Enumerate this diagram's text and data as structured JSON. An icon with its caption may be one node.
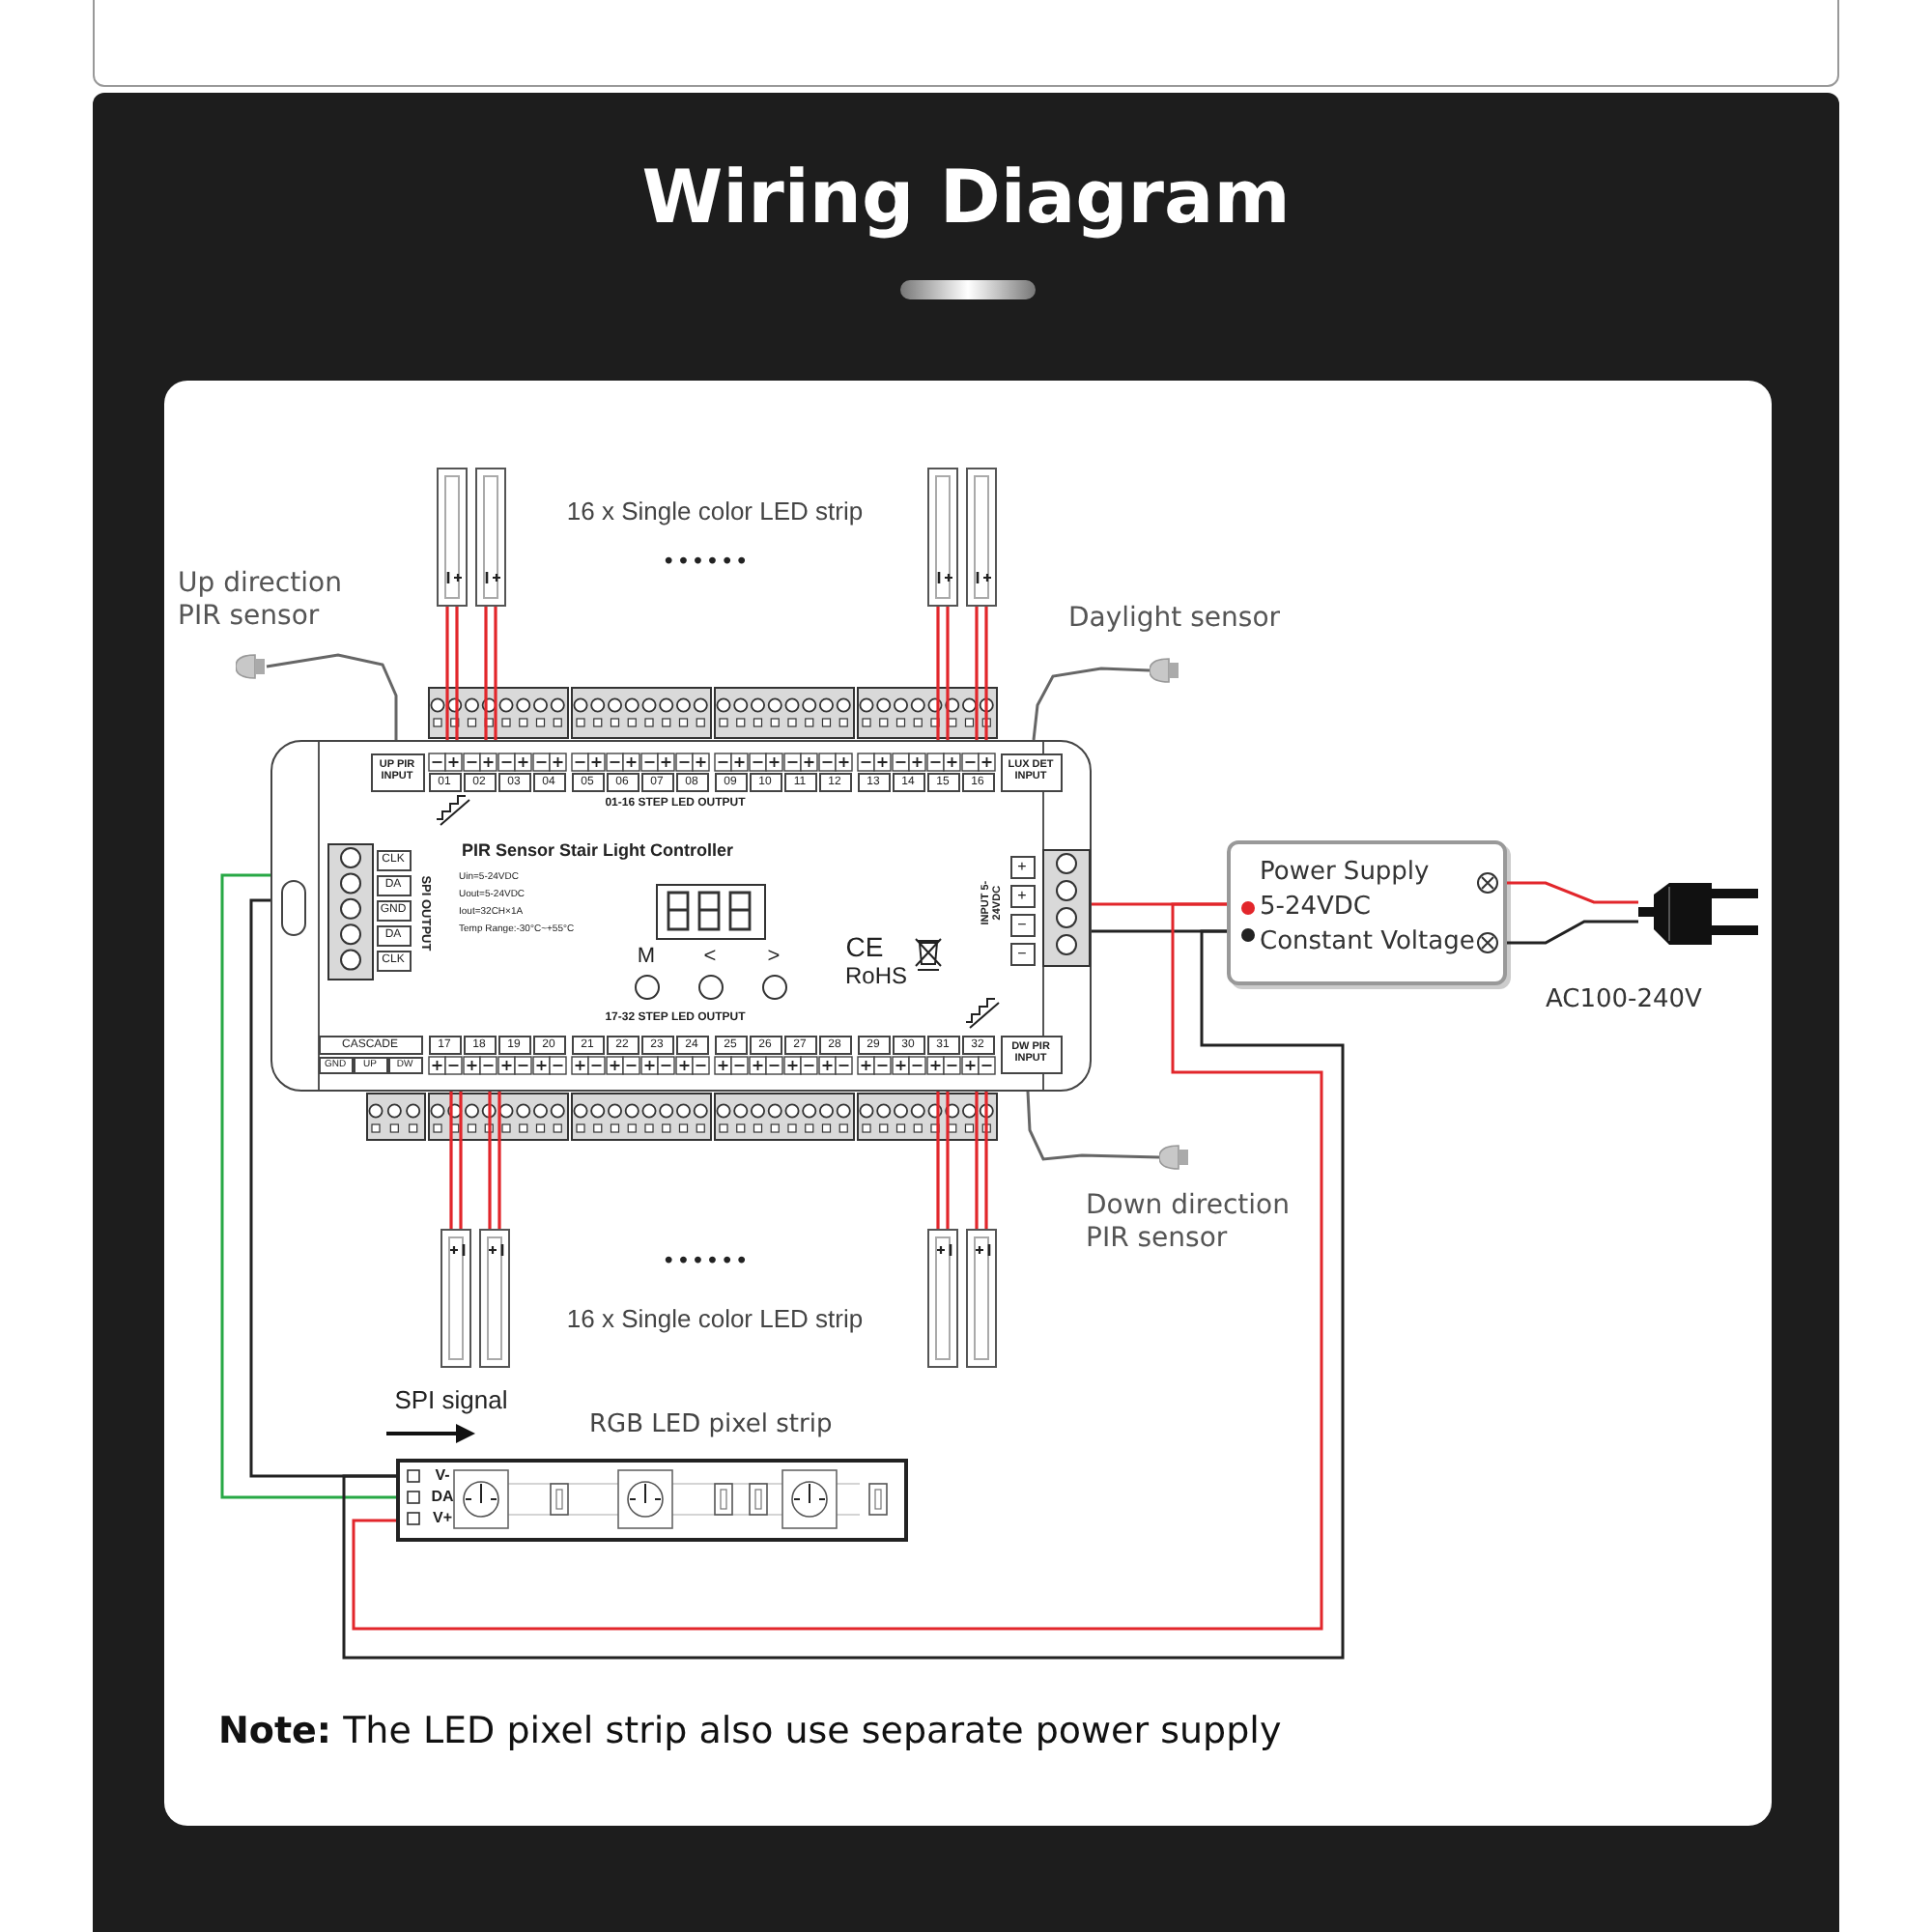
{
  "diagram": {
    "title": "Wiring Diagram",
    "caption": "**Note:** The LED pixel strip also use separate power supply",
    "nodes": [
      {
        "text": [
          "Up direction PIR sensor"
        ]
      },
      {
        "text": [],
        "shape": "bar"
      },
      {
        "text": [],
        "shape": "bar"
      },
      {
        "text": [],
        "shape": "bar"
      },
      {
        "text": [],
        "shape": "bar"
      },
      {
        "text": [
          "Daylight sensor"
        ]
      },
      {
        "text": [
          "PIR Sensor Stair Light Controller"
        ]
      },
      {
        "text": [
          "Power Supply",
          "5-24VDC",
          "Constant Voltage"
        ]
      },
      {
        "text": [],
        "shape": "picture",
        "beside": [
          "AC100-240V"
        ]
      },
      {
        "text": [],
        "shape": "bar"
      },
      {
        "text": [],
        "shape": "bar"
      },
      {
        "text": [],
        "shape": "bar"
      },
      {
        "text": [],
        "shape": "bar"
      },
      {
        "text": [
          "Down direction PIR sensor"
        ]
      },
      {
        "text": [
          "RGB LED pixel strip"
        ]
      }
    ],
    "edges": [
      {
        "from": 0,
        "to": 6,
        "arrow": "none",
        "color": "#666666"
      },
      {
        "from": 1,
        "to": 6,
        "arrow": "none"
      },
      {
        "from": 2,
        "to": 6,
        "arrow": "none"
      },
      {
        "from": 3,
        "to": 6,
        "arrow": "none"
      },
      {
        "from": 4,
        "to": 6,
        "arrow": "none"
      },
      {
        "from": 5,
        "to": 6,
        "arrow": "none",
        "color": "#666666"
      },
      {
        "from": 6,
        "to": 7,
        "arrow": "none"
      },
      {
        "from": 6,
        "to": 7,
        "arrow": "none",
        "color": "#222222"
      },
      {
        "from": 8,
        "to": 7,
        "arrow": "none"
      },
      {
        "from": 8,
        "to": 7,
        "arrow": "none",
        "color": "#222222"
      },
      {
        "from": 9,
        "to": 6,
        "arrow": "none"
      },
      {
        "from": 10,
        "to": 6,
        "arrow": "none"
      },
      {
        "from": 11,
        "to": 6,
        "arrow": "none"
      },
      {
        "from": 12,
        "to": 6,
        "arrow": "none"
      },
      {
        "from": 13,
        "to": 6,
        "arrow": "none",
        "color": "#666666"
      },
      {
        "from": 6,
        "to": 14,
        "arrow": "none",
        "color": "#27a845"
      },
      {
        "from": 6,
        "to": 14,
        "arrow": "none",
        "color": "#222222"
      },
      {
        "from": 7,
        "to": 14,
        "arrow": "none"
      },
      {
        "from": 7,
        "to": 14,
        "arrow": "none",
        "color": "#222222"
      }
    ],
    "labels": [
      "16 x Single color LED strip",
      "• • • • • •",
      "UP PIR INPUT",
      "01",
      "02",
      "03",
      "04",
      "05",
      "06",
      "07",
      "08",
      "09",
      "10",
      "11",
      "12",
      "13",
      "14",
      "15",
      "16",
      "LUX DET INPUT",
      "01-16 STEP LED OUTPUT",
      "CLK",
      "DA",
      "GND",
      "DA",
      "CLK",
      "SPI OUTPUT",
      "Uin=5-24VDC",
      "Uout=5-24VDC",
      "Iout=32CH×1A",
      "Temp Range:-30°C~+55°C",
      "M",
      "<",
      ">",
      "CE",
      "RoHS",
      "INPUT 5-24VDC",
      "+",
      "+",
      "−",
      "−",
      "17-32 STEP LED OUTPUT",
      "CASCADE",
      "GND",
      "UP",
      "DW",
      "17",
      "18",
      "19",
      "20",
      "21",
      "22",
      "23",
      "24",
      "25",
      "26",
      "27",
      "28",
      "29",
      "30",
      "31",
      "32",
      "DW PIR INPUT",
      "• • • • • •",
      "16 x Single color LED strip",
      "SPI signal",
      "V-",
      "DA",
      "V+"
    ]
  }
}
